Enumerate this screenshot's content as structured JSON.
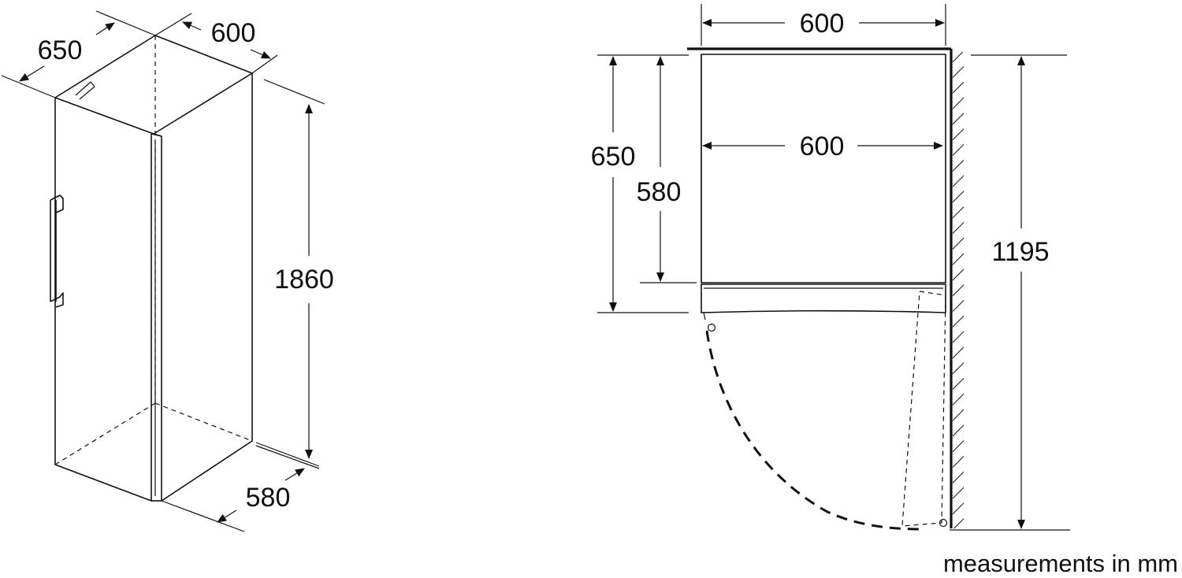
{
  "perspective_view": {
    "width_label": "600",
    "depth_label": "650",
    "height_label": "1860",
    "inner_depth_label": "580"
  },
  "plan_view": {
    "top_width_label": "600",
    "inner_width_label": "600",
    "overall_depth_label": "650",
    "body_depth_label": "580",
    "door_clearance_label": "1195"
  },
  "caption": "measurements in mm"
}
